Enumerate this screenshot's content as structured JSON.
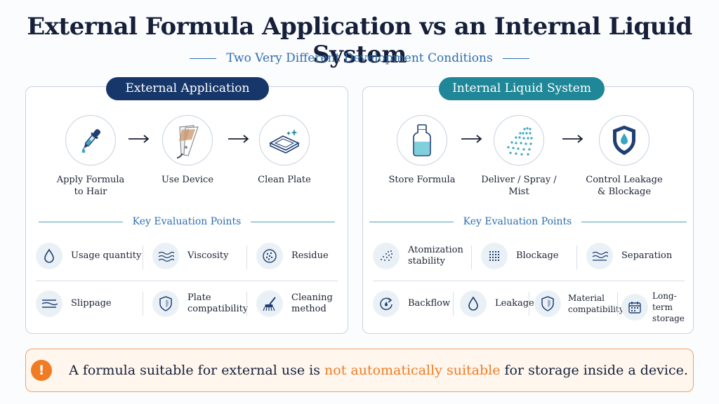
{
  "title": "External Formula Application vs an Internal Liquid System",
  "subtitle": "Two Very Different Development Conditions",
  "colors": {
    "navy": "#17376a",
    "teal": "#1f8797",
    "accent": "#2e6fb0",
    "orange": "#f07b22"
  },
  "external": {
    "header": "External Application",
    "steps": [
      {
        "icon": "dropper-icon",
        "label_1": "Apply Formula",
        "label_2": "to Hair"
      },
      {
        "icon": "hair-straightener-icon",
        "label_1": "Use Device",
        "label_2": ""
      },
      {
        "icon": "clean-plate-icon",
        "label_1": "Clean Plate",
        "label_2": ""
      }
    ],
    "evaluation_title": "Key Evaluation Points",
    "evaluation": [
      {
        "icon": "drop-icon",
        "label_1": "Usage quantity",
        "label_2": ""
      },
      {
        "icon": "waves-icon",
        "label_1": "Viscosity",
        "label_2": ""
      },
      {
        "icon": "residue-icon",
        "label_1": "Residue",
        "label_2": ""
      },
      {
        "icon": "slippage-icon",
        "label_1": "Slippage",
        "label_2": ""
      },
      {
        "icon": "shield-icon",
        "label_1": "Plate",
        "label_2": "compatibility"
      },
      {
        "icon": "brush-icon",
        "label_1": "Cleaning",
        "label_2": "method"
      }
    ]
  },
  "internal": {
    "header": "Internal Liquid System",
    "steps": [
      {
        "icon": "bottle-icon",
        "label_1": "Store Formula",
        "label_2": ""
      },
      {
        "icon": "spray-icon",
        "label_1": "Deliver / Spray / Mist",
        "label_2": ""
      },
      {
        "icon": "shield-drop-icon",
        "label_1": "Control Leakage",
        "label_2": "& Blockage"
      }
    ],
    "evaluation_title": "Key Evaluation Points",
    "evaluation": [
      {
        "icon": "spray-icon",
        "label_1": "Atomization",
        "label_2": "stability"
      },
      {
        "icon": "grid-icon",
        "label_1": "Blockage",
        "label_2": ""
      },
      {
        "icon": "waves-icon",
        "label_1": "Separation",
        "label_2": ""
      },
      {
        "icon": "backflow-icon",
        "label_1": "Backflow",
        "label_2": ""
      },
      {
        "icon": "drop-icon",
        "label_1": "Leakage",
        "label_2": ""
      },
      {
        "icon": "shield-icon",
        "label_1": "Material",
        "label_2": "compatibility"
      },
      {
        "icon": "calendar-icon",
        "label_1": "Long-term",
        "label_2": "storage"
      }
    ]
  },
  "banner": {
    "icon": "warning-icon",
    "text_before": "A formula suitable for external use is ",
    "text_highlight": "not automatically suitable",
    "text_after": " for storage inside a device."
  }
}
